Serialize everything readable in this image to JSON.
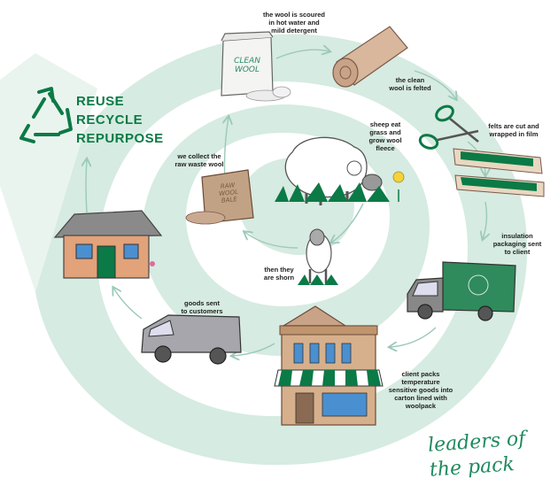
{
  "heading": {
    "line1": "REUSE",
    "line2": "RECYCLE",
    "line3": "REPURPOSE"
  },
  "steps": {
    "scoured": [
      "the wool is scoured",
      "in hot water and",
      "mild detergent"
    ],
    "felted": [
      "the clean",
      "wool is felted"
    ],
    "cut": [
      "felts are cut and",
      "wrapped in film"
    ],
    "packaging": [
      "insulation",
      "packaging sent",
      "to client"
    ],
    "client": [
      "client packs",
      "temperature",
      "sensitive goods into",
      "carton lined with",
      "woolpack"
    ],
    "goods": [
      "goods sent",
      "to customers"
    ],
    "collect": [
      "we collect the",
      "raw waste wool"
    ],
    "sheep": [
      "sheep eat",
      "grass and",
      "grow wool",
      "fleece"
    ],
    "shorn": [
      "then they",
      "are shorn"
    ]
  },
  "bag_label": {
    "line1": "CLEAN",
    "line2": "WOOL"
  },
  "bale_label": {
    "line1": "RAW",
    "line2": "WOOL",
    "line3": "BALE"
  },
  "tagline": {
    "line1": "leaders of",
    "line2": "the pack"
  },
  "colors": {
    "spiral": "#d6ebe1",
    "green": "#0b7a46",
    "arrow": "#9cc9b8"
  },
  "icons": [
    "recycle-icon",
    "wool-bag-icon",
    "felt-roll-icon",
    "scissors-icon",
    "felt-strips-icon",
    "truck-icon",
    "shop-icon",
    "van-icon",
    "house-icon",
    "wool-bale-icon",
    "sheep-icon",
    "shorn-sheep-icon",
    "flower-icon"
  ]
}
